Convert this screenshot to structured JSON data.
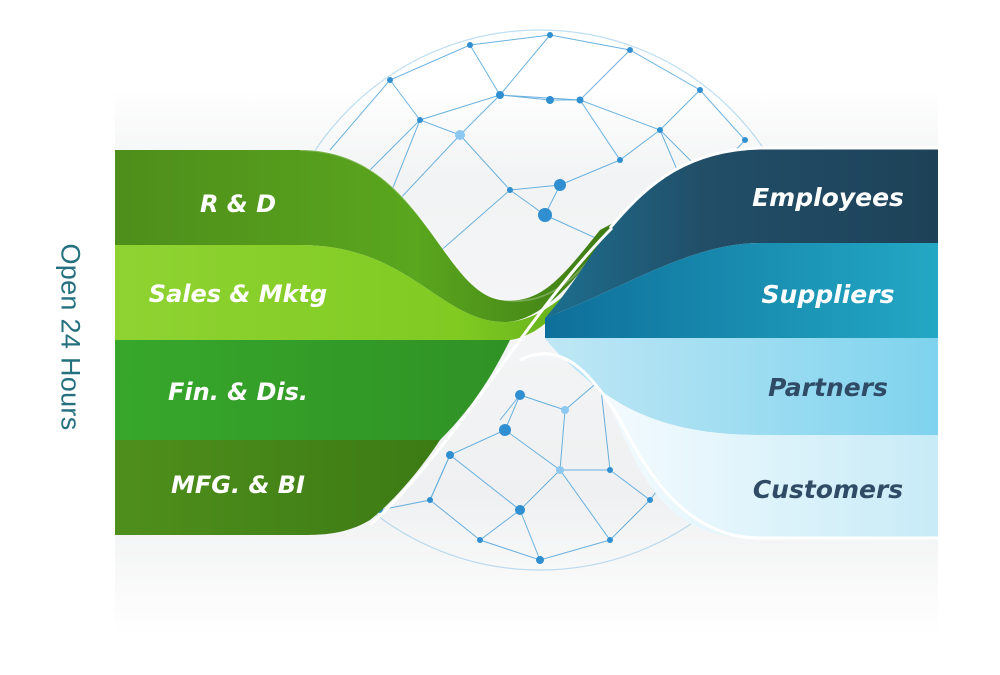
{
  "side_label": "Open 24 Hours",
  "left_bands": [
    {
      "label": "R & D"
    },
    {
      "label": "Sales & Mktg"
    },
    {
      "label": "Fin. & Dis."
    },
    {
      "label": "MFG. & BI"
    }
  ],
  "right_bands": [
    {
      "label": "Employees"
    },
    {
      "label": "Suppliers"
    },
    {
      "label": "Partners"
    },
    {
      "label": "Customers"
    }
  ],
  "colors": {
    "side_label": "#24707f",
    "green_dark": "#4f8f1a",
    "green_light": "#8bd12b",
    "green_mid": "#3dab2a",
    "blue_dark": "#1f4c63",
    "blue_mid": "#1d9ab8",
    "blue_light": "#8fd7ef",
    "blue_pale": "#d8f1fa",
    "network": "#2f8fd0"
  }
}
